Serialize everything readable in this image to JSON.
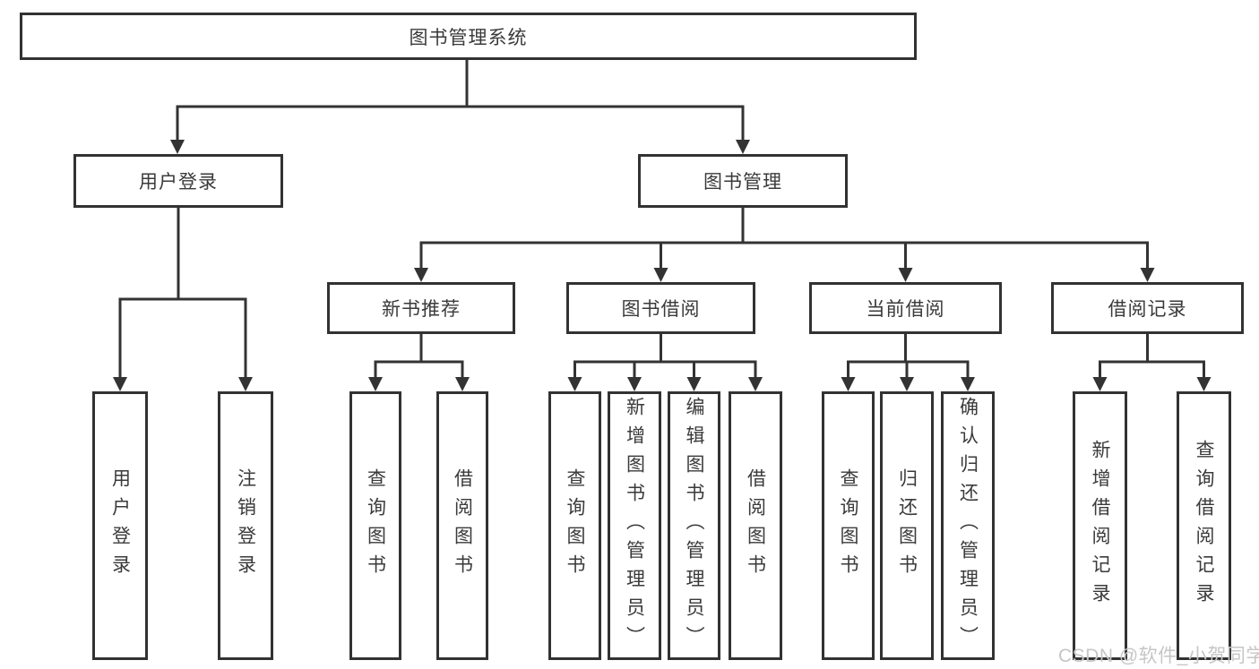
{
  "tree": {
    "label": "图书管理系统",
    "children": [
      {
        "label": "用户登录",
        "children": [
          {
            "label": "用户登录"
          },
          {
            "label": "注销登录"
          }
        ]
      },
      {
        "label": "图书管理",
        "children": [
          {
            "label": "新书推荐",
            "children": [
              {
                "label": "查询图书"
              },
              {
                "label": "借阅图书"
              }
            ]
          },
          {
            "label": "图书借阅",
            "children": [
              {
                "label": "查询图书"
              },
              {
                "label": "新增图书（管理员）"
              },
              {
                "label": "编辑图书（管理员）"
              },
              {
                "label": "借阅图书"
              }
            ]
          },
          {
            "label": "当前借阅",
            "children": [
              {
                "label": "查询图书"
              },
              {
                "label": "归还图书"
              },
              {
                "label": "确认归还（管理员）"
              }
            ]
          },
          {
            "label": "借阅记录",
            "children": [
              {
                "label": "新增借阅记录"
              },
              {
                "label": "查询借阅记录"
              }
            ]
          }
        ]
      }
    ]
  },
  "watermark": {
    "text": "CSDN @软件_小贺同学"
  },
  "colors": {
    "line": "#333333",
    "box_border": "#323232",
    "text": "#3a3a3a",
    "watermark": "#c6c6c6",
    "background": "#ffffff"
  }
}
